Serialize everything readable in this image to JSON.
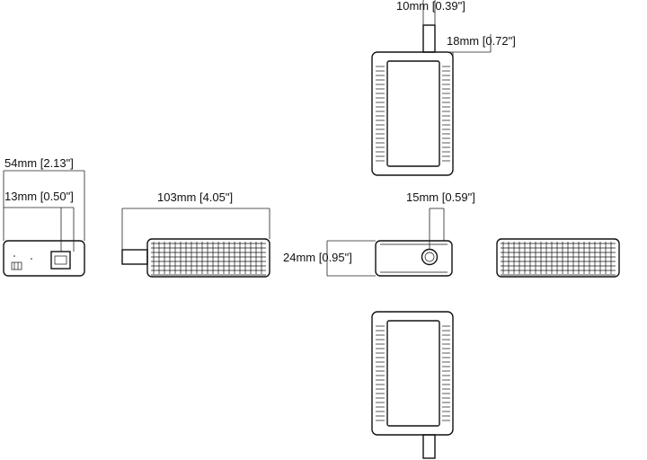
{
  "dimensions": {
    "cable_length": "10mm [0.39\"]",
    "cable_offset": "18mm [0.72\"]",
    "width": "54mm [2.13\"]",
    "port_height": "13mm [0.50\"]",
    "length": "103mm [4.05\"]",
    "jack_offset": "15mm [0.59\"]",
    "height": "24mm [0.95\"]"
  }
}
